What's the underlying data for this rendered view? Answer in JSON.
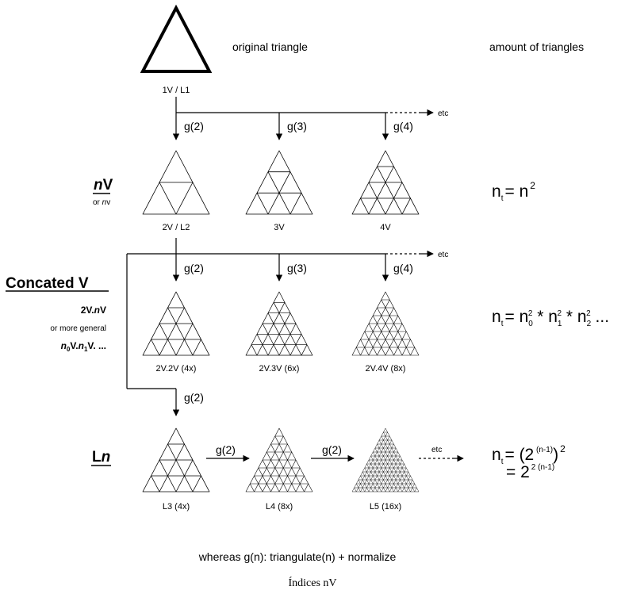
{
  "header": {
    "original_label": "original triangle",
    "amount_label": "amount of triangles",
    "base_caption": "1V / L1"
  },
  "arrows": {
    "g2": "g(2)",
    "g3": "g(3)",
    "g4": "g(4)",
    "etc": "etc"
  },
  "sections": {
    "nv": {
      "title_n": "n",
      "title_rest": "V",
      "sub_pre": "or ",
      "sub_italic": "n",
      "sub_post": "v"
    },
    "concat": {
      "title": "Concated V",
      "sub1_pre": "2V.",
      "sub1_italic": "n",
      "sub1_post": "V",
      "sub2": "or more general",
      "sub3": "n",
      "sub3_s0": "0",
      "sub3_mid": "V.",
      "sub3_n": "n",
      "sub3_s1": "1",
      "sub3_end": "V. ..."
    },
    "ln": {
      "title_l": "L",
      "title_n": "n"
    }
  },
  "row1": [
    "2V / L2",
    "3V",
    "4V"
  ],
  "row2": [
    "2V.2V (4x)",
    "2V.3V (6x)",
    "2V.4V (8x)"
  ],
  "row3": [
    "L3 (4x)",
    "L4 (8x)",
    "L5 (16x)"
  ],
  "formulas": {
    "f1": {
      "n": "n",
      "t": "t",
      "eq": "= n",
      "exp": "2"
    },
    "f2": {
      "n": "n",
      "t": "t",
      "eq": "= n",
      "s0": "0",
      "e0": "2",
      "op1": " * n",
      "s1": "1",
      "e1": "2",
      "op2": " * n",
      "s2": "2",
      "e2": "2",
      "tail": " ..."
    },
    "f3": {
      "n": "n",
      "t": "t",
      "eq": "= (2",
      "exp_a": " (n-1)",
      "close": ")",
      "exp_b": "2",
      "line2": "= 2",
      "exp_c": "2 (n-1)"
    }
  },
  "footer": "whereas g(n): triangulate(n) + normalize",
  "caption": "Índices nV"
}
